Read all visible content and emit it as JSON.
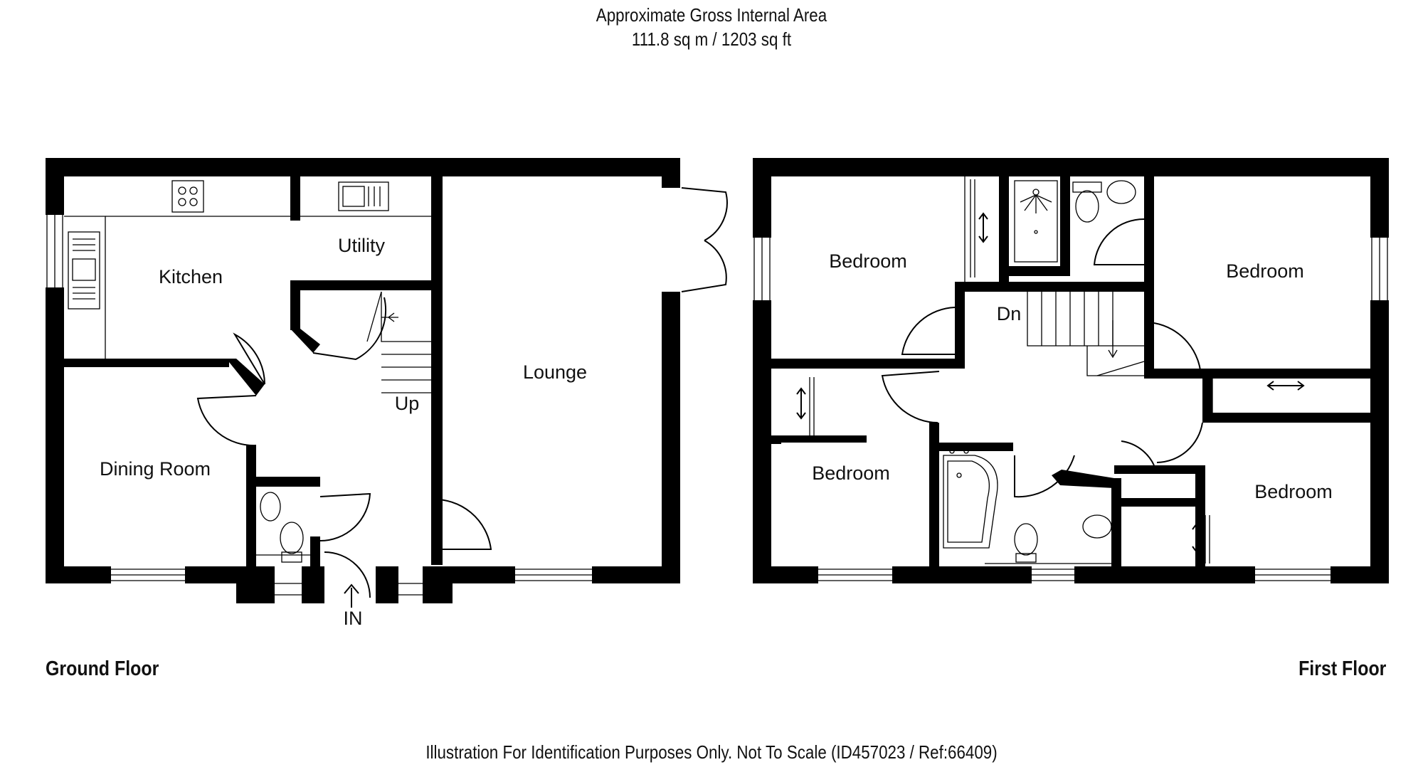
{
  "header": {
    "line1": "Approximate Gross Internal Area",
    "line2": "111.8 sq m / 1203 sq ft"
  },
  "ground_floor": {
    "label": "Ground Floor",
    "rooms": {
      "kitchen": "Kitchen",
      "utility": "Utility",
      "lounge": "Lounge",
      "dining": "Dining Room"
    },
    "stairs_label": "Up",
    "entrance_label": "IN"
  },
  "first_floor": {
    "label": "First Floor",
    "rooms": {
      "bedroom_top_left": "Bedroom",
      "bedroom_top_right": "Bedroom",
      "bedroom_bottom_left": "Bedroom",
      "bedroom_bottom_right": "Bedroom"
    },
    "stairs_label": "Dn"
  },
  "footer": {
    "disclaimer": "Illustration For Identification Purposes Only. Not To Scale (ID457023 / Ref:66409)"
  }
}
